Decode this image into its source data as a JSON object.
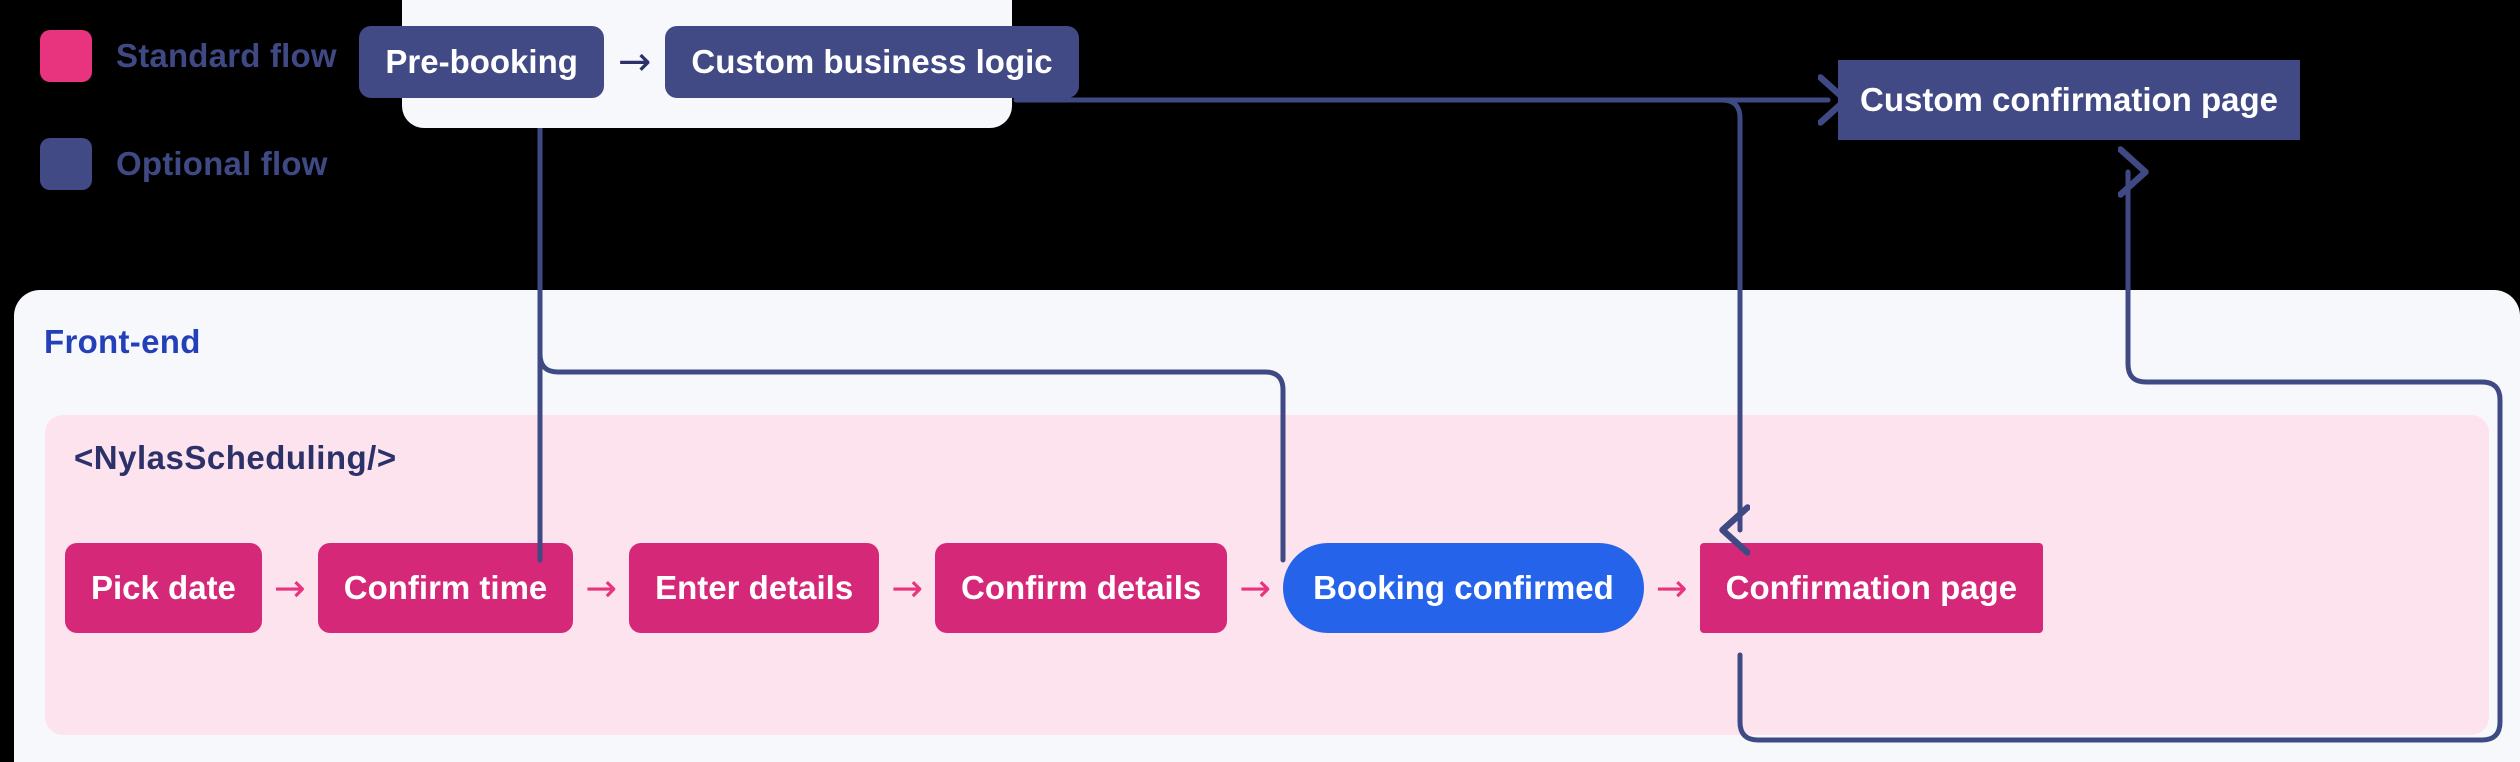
{
  "legend": {
    "items": [
      {
        "label": "Standard flow",
        "color": "#E8337F",
        "swatch_name": "standard-flow-swatch"
      },
      {
        "label": "Optional flow",
        "color": "#424A86",
        "swatch_name": "optional-flow-swatch"
      }
    ],
    "text_color": "#3F4A85"
  },
  "backend_card": {
    "boxes": [
      {
        "label": "Pre-booking"
      },
      {
        "label": "Custom business logic"
      }
    ],
    "arrow": "→",
    "background": "#F7F8FC"
  },
  "custom_confirmation": {
    "label": "Custom confirmation page",
    "color": "#424A86"
  },
  "frontend": {
    "title": "Front-end",
    "title_color": "#2440B8",
    "background": "#F7F8FC"
  },
  "nylas": {
    "tag": "<NylasScheduling/>",
    "tag_color": "#2C3169",
    "background": "#FCE3ED"
  },
  "steps": {
    "arrow": "→",
    "arrow_color": "#E8337F",
    "items": [
      {
        "label": "Pick date",
        "type": "standard",
        "color": "#D62878"
      },
      {
        "label": "Confirm time",
        "type": "standard",
        "color": "#D62878"
      },
      {
        "label": "Enter details",
        "type": "standard",
        "color": "#D62878"
      },
      {
        "label": "Confirm details",
        "type": "standard",
        "color": "#D62878"
      },
      {
        "label": "Booking confirmed",
        "type": "highlight",
        "color": "#2563EB"
      },
      {
        "label": "Confirmation page",
        "type": "standard",
        "color": "#D62878"
      }
    ]
  },
  "connectors": {
    "color": "#3F4A85",
    "stroke_width": 5
  }
}
